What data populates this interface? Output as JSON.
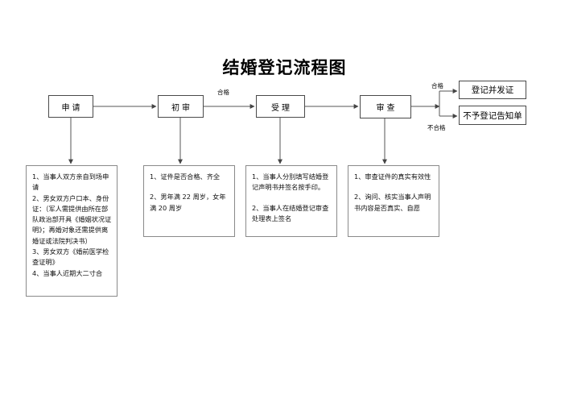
{
  "document": {
    "title": "结婚登记流程图"
  },
  "flow": {
    "nodes": [
      {
        "id": "apply",
        "label": "申请"
      },
      {
        "id": "pre",
        "label": "初审"
      },
      {
        "id": "accept",
        "label": "受理"
      },
      {
        "id": "review",
        "label": "审查"
      },
      {
        "id": "issue",
        "label": "登记并发证"
      },
      {
        "id": "refuse",
        "label": "不予登记告知单"
      }
    ],
    "edge_labels": [
      {
        "id": "pre-to-accept",
        "label": "合格"
      },
      {
        "id": "review-pass",
        "label": "合格"
      },
      {
        "id": "review-fail",
        "label": "不合格"
      }
    ]
  },
  "details": {
    "apply": [
      "1、当事人双方亲自到场申请",
      "2、男女双方户口本、身份证：（军人需提供由所在部队政治部开具《婚姻状况证明》；再婚对象还需提供离婚证或法院判决书）",
      "3、男女双方《婚前医学检查证明》",
      "4、当事人近期大二寸合"
    ],
    "pre": [
      "1、证件是否合格、齐全",
      "2、男年满 22 周岁，女年满 20 周岁"
    ],
    "accept": [
      "1、当事人分别填写结婚登记声明书并签名按手印。",
      "2、当事人在结婚登记审查处理表上签名"
    ],
    "review": [
      "1、审查证件的真实有效性",
      "2、询问、核实当事人声明书内容是否真实、自愿"
    ]
  },
  "colors": {
    "background": "#ffffff",
    "node_border": "#4a4a4a",
    "detail_border": "#8a8a8a",
    "line": "#555555",
    "text": "#111111"
  }
}
